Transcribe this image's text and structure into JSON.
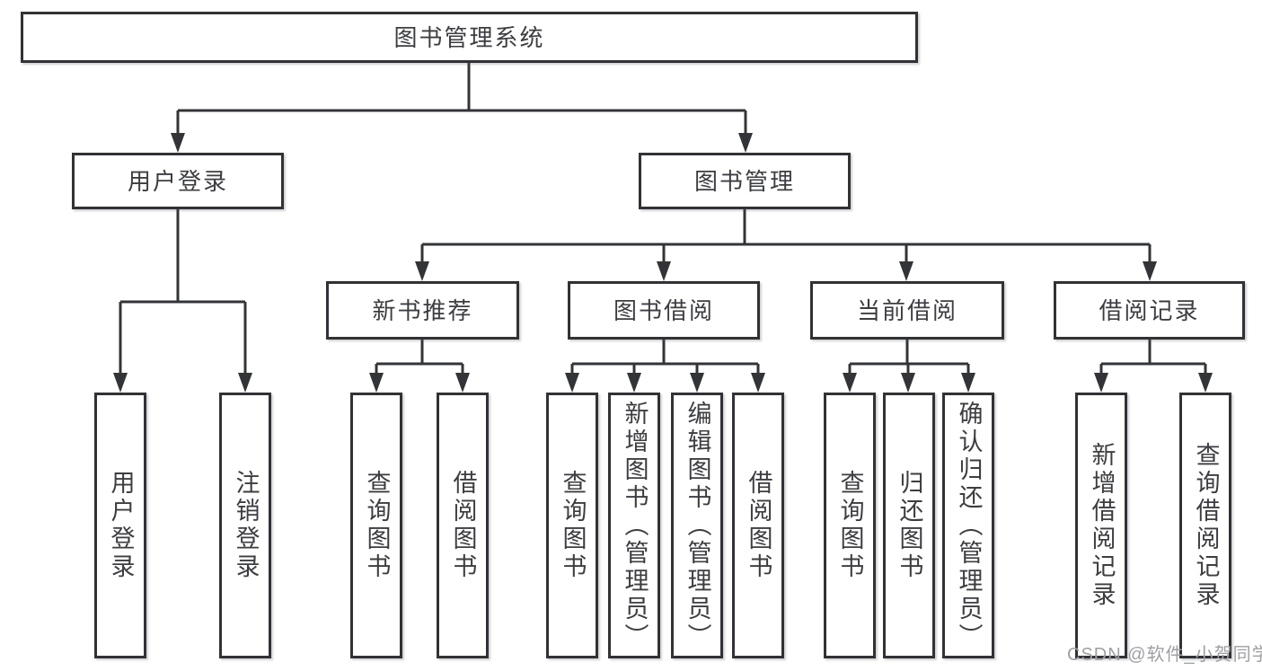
{
  "tree": {
    "label": "图书管理系统",
    "children": [
      {
        "label": "用户登录",
        "children": [
          {
            "label": "用户登录"
          },
          {
            "label": "注销登录"
          }
        ]
      },
      {
        "label": "图书管理",
        "children": [
          {
            "label": "新书推荐",
            "children": [
              {
                "label": "查询图书"
              },
              {
                "label": "借阅图书"
              }
            ]
          },
          {
            "label": "图书借阅",
            "children": [
              {
                "label": "查询图书"
              },
              {
                "label": "新增图书（管理员）"
              },
              {
                "label": "编辑图书（管理员）"
              },
              {
                "label": "借阅图书"
              }
            ]
          },
          {
            "label": "当前借阅",
            "children": [
              {
                "label": "查询图书"
              },
              {
                "label": "归还图书"
              },
              {
                "label": "确认归还（管理员）"
              }
            ]
          },
          {
            "label": "借阅记录",
            "children": [
              {
                "label": "新增借阅记录"
              },
              {
                "label": "查询借阅记录"
              }
            ]
          }
        ]
      }
    ]
  },
  "watermark": {
    "text": "CSDN @软件_小贺同学"
  },
  "colors": {
    "line": "#333437",
    "box_border": "#313236",
    "text": "#3c3d41",
    "watermark": "#9fa0a4",
    "background": "#ffffff"
  }
}
